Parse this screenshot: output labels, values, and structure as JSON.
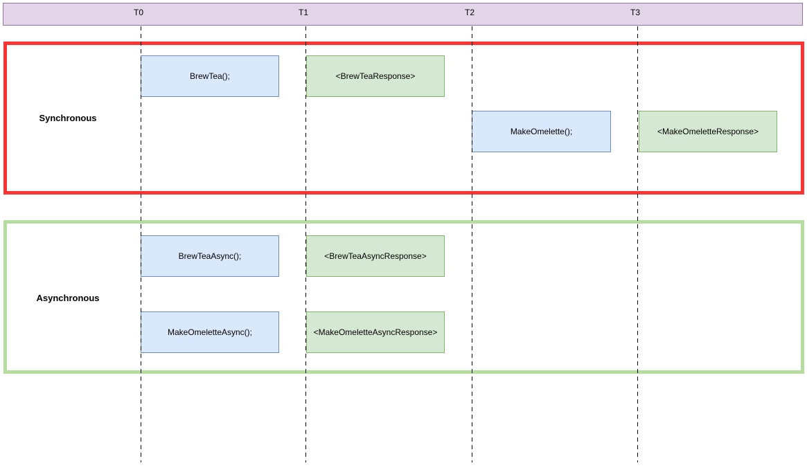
{
  "timeline": {
    "labels": [
      "T0",
      "T1",
      "T2",
      "T3"
    ]
  },
  "sections": {
    "sync": {
      "title": "Synchronous",
      "border_color": "#FF3333",
      "boxes": [
        {
          "label": "BrewTea();",
          "kind": "call",
          "start": "T0",
          "end": "T1"
        },
        {
          "label": "<BrewTeaResponse>",
          "kind": "response",
          "start": "T1",
          "end": "T2"
        },
        {
          "label": "MakeOmelette();",
          "kind": "call",
          "start": "T2",
          "end": "T3"
        },
        {
          "label": "<MakeOmeletteResponse>",
          "kind": "response",
          "start": "T3",
          "end": "T4"
        }
      ]
    },
    "async": {
      "title": "Asynchronous",
      "border_color": "#B5DDA0",
      "boxes": [
        {
          "label": "BrewTeaAsync();",
          "kind": "call",
          "start": "T0",
          "end": "T1"
        },
        {
          "label": "<BrewTeaAsyncResponse>",
          "kind": "response",
          "start": "T1",
          "end": "T2"
        },
        {
          "label": "MakeOmeletteAsync();",
          "kind": "call",
          "start": "T0",
          "end": "T1"
        },
        {
          "label": "<MakeOmeletteAsyncResponse>",
          "kind": "response",
          "start": "T1",
          "end": "T2"
        }
      ]
    }
  },
  "colors": {
    "timeline_fill": "#E1D5E7",
    "timeline_border": "#9673A6",
    "call_fill": "#DAE8FC",
    "call_border": "#6C8EBF",
    "response_fill": "#D5E8D4",
    "response_border": "#82B366",
    "sync_border": "#FF3333",
    "async_border": "#B5DDA0",
    "gridline": "#000000"
  }
}
